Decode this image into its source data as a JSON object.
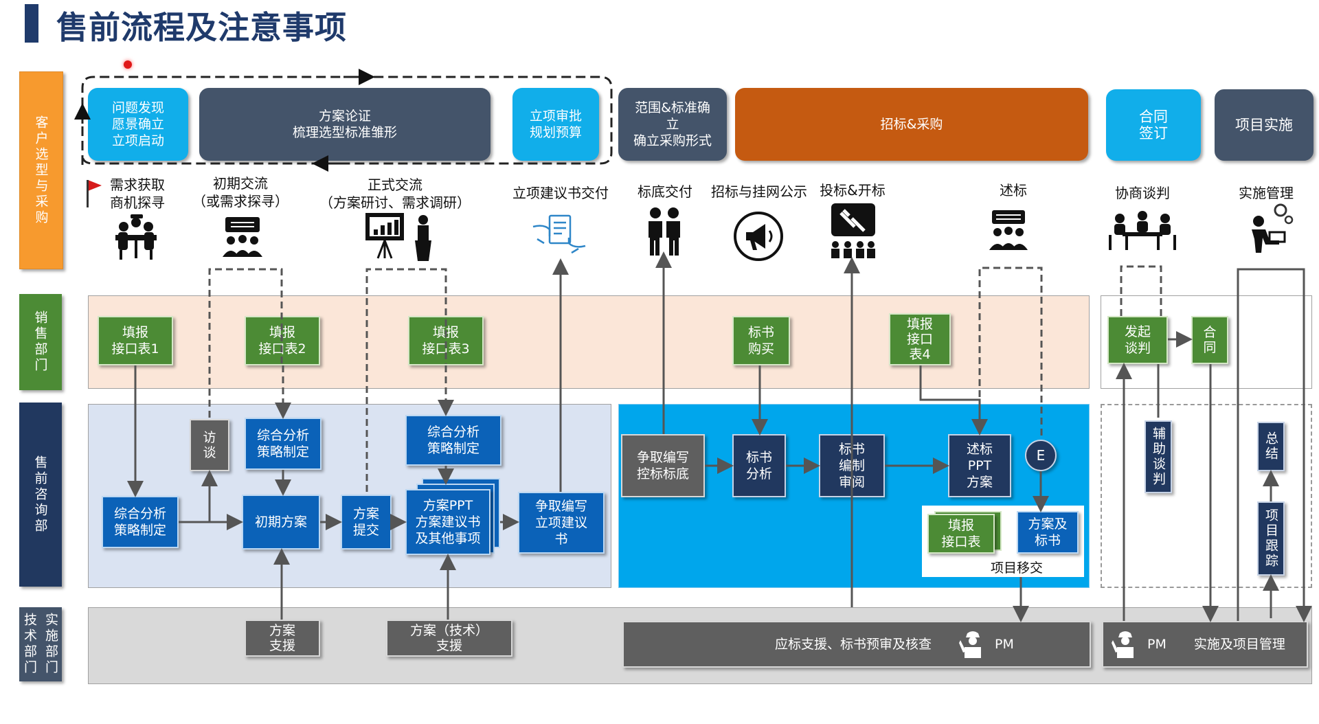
{
  "title": "售前流程及注意事项",
  "lanes": {
    "customer": "客户选型与采购",
    "sales": "销售部门",
    "consulting": "售前咨询部",
    "tech": "技术部门",
    "impl": "实施部门"
  },
  "phases": {
    "p1": "问题发现\n愿景确立\n立项启动",
    "p2": "方案论证\n梳理选型标准雏形",
    "p3": "立项审批\n规划预算",
    "p4": "范围&标准确\n立\n确立采购形式",
    "p5": "招标&采购",
    "p6": "合同\n签订",
    "p7": "项目实施"
  },
  "stages": {
    "s1": "需求获取\n商机探寻",
    "s2": "初期交流\n（或需求探寻）",
    "s3": "正式交流\n（方案研讨、需求调研）",
    "s4": "立项建议书交付",
    "s5": "标底交付",
    "s6": "招标与挂网公示",
    "s7": "投标&开标",
    "s8": "述标",
    "s9": "协商谈判",
    "s10": "实施管理"
  },
  "sales": {
    "f1": "填报\n接口表1",
    "f2": "填报\n接口表2",
    "f3": "填报\n接口表3",
    "buy": "标书\n购买",
    "f4": "填报\n接口\n表4",
    "nego": "发起\n谈判",
    "contract": "合\n同"
  },
  "consult": {
    "analysis1": "综合分析\n策略制定",
    "visit": "访\n谈",
    "analysis2": "综合分析\n策略制定",
    "analysis3": "综合分析\n策略制定",
    "initial": "初期方案",
    "submit": "方案\n提交",
    "ppt": "方案PPT\n方案建议书\n及其他事项",
    "proposal": "争取编写\n立项建议\n书",
    "control": "争取编写\n控标标底",
    "bidanalysis": "标书\n分析",
    "bidwrite": "标书\n编制\n审阅",
    "pitch": "述标\nPPT\n方案",
    "e": "E",
    "form": "填报\n接口表",
    "plan": "方案及\n标书",
    "handover": "项目移交",
    "assist": "辅助谈判",
    "summary": "总结",
    "track": "项目跟踪"
  },
  "tech": {
    "support1": "方案\n支援",
    "support2": "方案（技术）\n支援",
    "support3": "应标支援、标书预审及核查",
    "pm1": "PM",
    "pm2": "PM",
    "impl": "实施及项目管理"
  },
  "colors": {
    "orange_lane": "#f79a2e",
    "green": "#4c8b35",
    "navy": "#21385f",
    "blue": "#0b62b8",
    "cyan": "#11aeea",
    "slate": "#44546a",
    "bid_orange": "#c55a11",
    "sales_band": "#fbe6d8",
    "consult_band": "#dae3f2",
    "bid_band": "#00a6ec",
    "tech_band": "#d9d9d9"
  },
  "icons": [
    "meeting-icon",
    "presentation-icon",
    "speaker-podium-icon",
    "document-handover-icon",
    "people-talking-icon",
    "megaphone-icon",
    "gavel-icon",
    "conference-icon",
    "negotiation-icon",
    "worker-gears-icon",
    "engineer-icon"
  ]
}
